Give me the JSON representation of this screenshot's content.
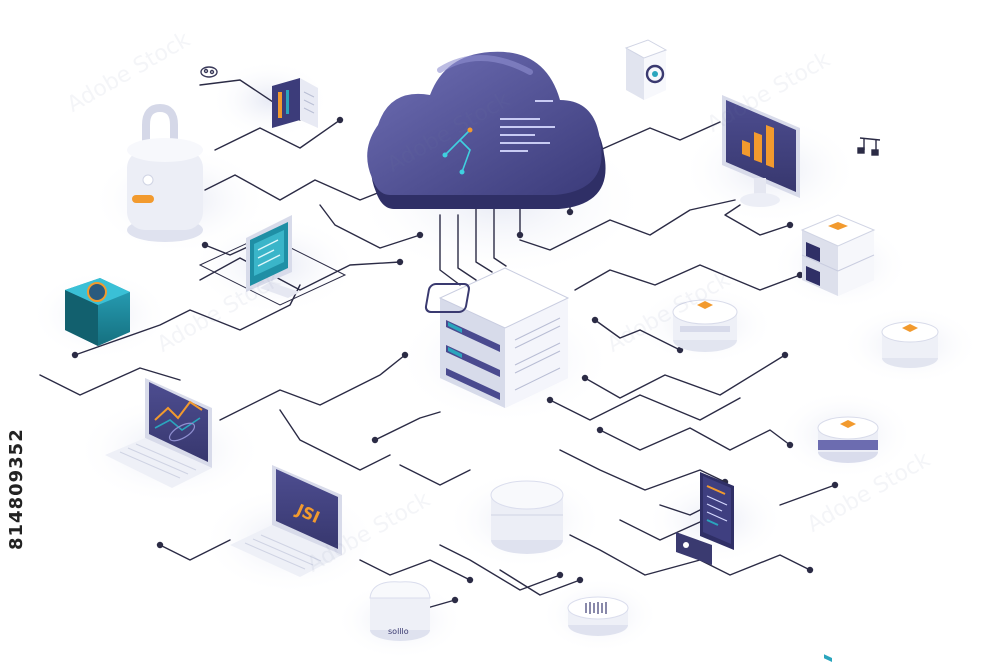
{
  "stock_id": "814809352",
  "labels": {
    "hub_text": "solllo",
    "laptop_code": "JSI"
  },
  "colors": {
    "background": "#ffffff",
    "accent_purple": "#4a4a8f",
    "accent_orange": "#f29a2e",
    "accent_teal": "#1f8fa5",
    "line": "#2b2b45",
    "device_light": "#eef0f7"
  },
  "icons": [
    "cloud-icon",
    "server-icon",
    "lock-icon",
    "monitor-icon",
    "chart-icon",
    "laptop-icon",
    "tablet-icon",
    "database-icon",
    "router-icon",
    "smart-hub-icon",
    "phone-icon",
    "cube-icon",
    "key-icon",
    "book-icon"
  ]
}
